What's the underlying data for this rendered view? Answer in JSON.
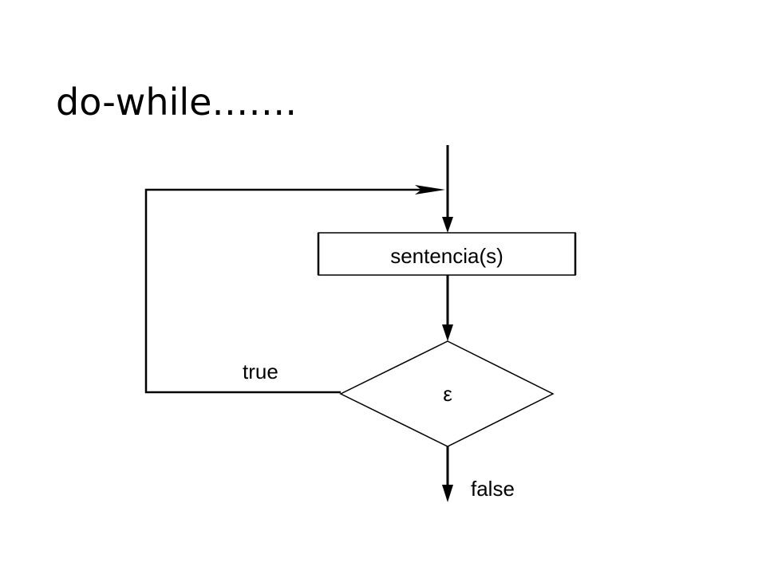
{
  "slide": {
    "title": "do-while……."
  },
  "diagram": {
    "statement_label": "sentencia(s)",
    "condition_label": "ε",
    "true_label": "true",
    "false_label": "false"
  }
}
